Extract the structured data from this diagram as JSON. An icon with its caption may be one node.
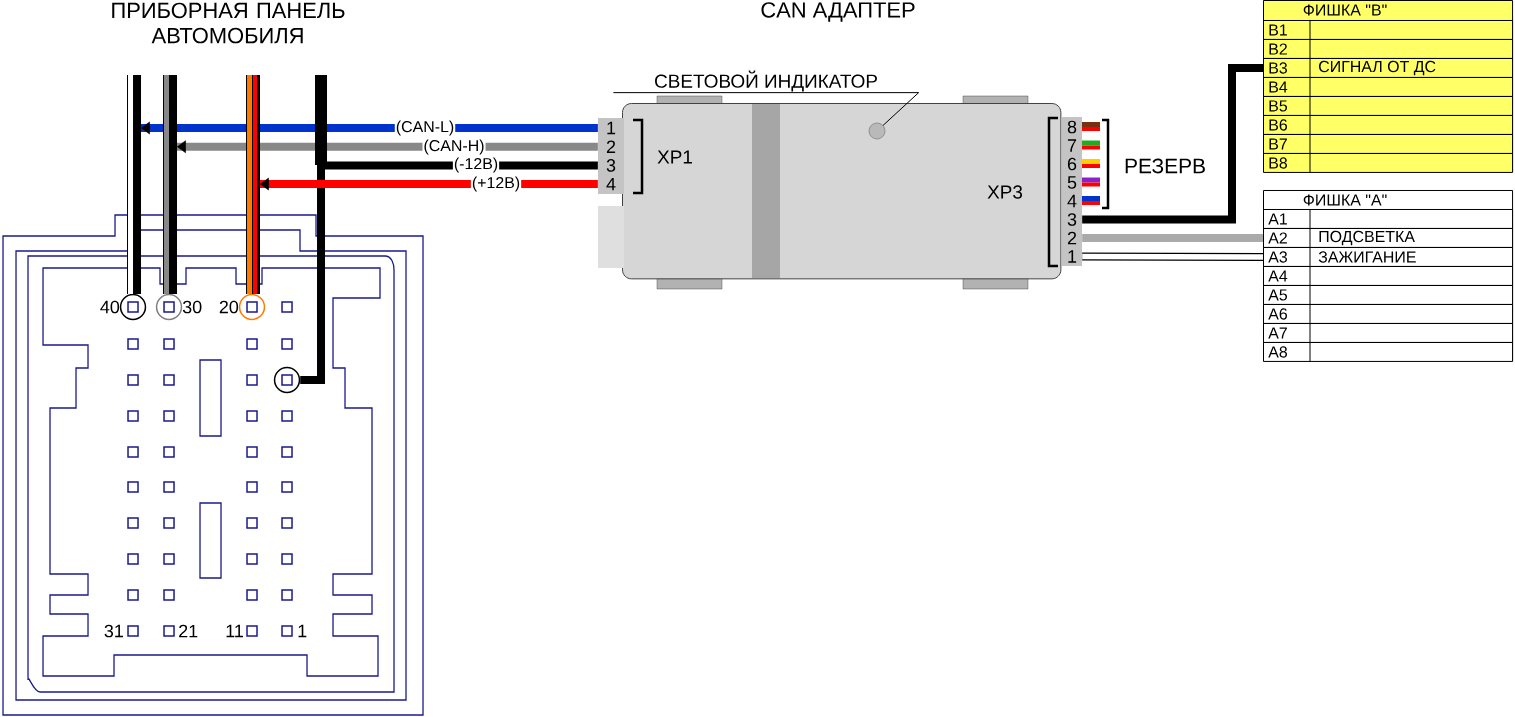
{
  "diagram": {
    "nodes": [
      {
        "text": [],
        "shape": "picture"
      },
      {
        "text": [],
        "shape": "circle",
        "beside": [
          "40"
        ],
        "in": 0
      },
      {
        "text": [],
        "shape": "circle",
        "beside": [
          "30"
        ],
        "in": 0
      },
      {
        "text": [],
        "shape": "circle",
        "beside": [
          "20"
        ],
        "in": 0
      },
      {
        "text": [],
        "shape": "circle",
        "in": 0
      },
      {
        "text": [],
        "shape": "box"
      },
      {
        "text": [
          "1"
        ]
      },
      {
        "text": [
          "2"
        ]
      },
      {
        "text": [
          "3"
        ]
      },
      {
        "text": [
          "4"
        ]
      },
      {
        "text": [
          "8"
        ]
      },
      {
        "text": [
          "7"
        ]
      },
      {
        "text": [
          "6"
        ]
      },
      {
        "text": [
          "5"
        ]
      },
      {
        "text": [
          "4"
        ]
      },
      {
        "text": [
          "3"
        ]
      },
      {
        "text": [
          "2"
        ]
      },
      {
        "text": [
          "1"
        ]
      },
      {
        "text": [],
        "shape": "circle",
        "in": 5
      },
      {
        "text": [
          "СВЕТОВОЙ ИНДИКАТОР"
        ]
      },
      {
        "text": [
          "ФИШКА \"В\""
        ]
      },
      {
        "text": [
          "В1"
        ],
        "in": 20
      },
      {
        "text": [
          "В2"
        ],
        "in": 20
      },
      {
        "text": [
          "В3",
          "СИГНАЛ ОТ ДС"
        ],
        "in": 20
      },
      {
        "text": [
          "В4"
        ],
        "in": 20
      },
      {
        "text": [
          "В5"
        ],
        "in": 20
      },
      {
        "text": [
          "В6"
        ],
        "in": 20
      },
      {
        "text": [
          "В7"
        ],
        "in": 20
      },
      {
        "text": [
          "В8"
        ],
        "in": 20
      },
      {
        "text": [
          "ФИШКА \"А\""
        ]
      },
      {
        "text": [
          "А1"
        ],
        "in": 29
      },
      {
        "text": [
          "А2",
          "ПОДСВЕТКА"
        ],
        "in": 29
      },
      {
        "text": [
          "А3",
          "ЗАЖИГАНИЕ"
        ],
        "in": 29
      },
      {
        "text": [
          "А4"
        ],
        "in": 29
      },
      {
        "text": [
          "А5"
        ],
        "in": 29
      },
      {
        "text": [
          "А6"
        ],
        "in": 29
      },
      {
        "text": [
          "А7"
        ],
        "in": 29
      },
      {
        "text": [
          "А8"
        ],
        "in": 29
      }
    ],
    "edges": [
      {
        "from": 6,
        "to": 1,
        "arrow": "to",
        "label": "(CAN-L)",
        "color": "#0033cc"
      },
      {
        "from": 7,
        "to": 2,
        "arrow": "to",
        "label": "(CAN-H)",
        "color": "#888888"
      },
      {
        "from": 8,
        "to": 4,
        "arrow": "none",
        "label": "(-12В)",
        "color": "#000000"
      },
      {
        "from": 9,
        "to": 3,
        "arrow": "to",
        "label": "(+12В)",
        "color": "#ff0000"
      },
      {
        "from": 15,
        "to": 23,
        "arrow": "none",
        "color": "#000000"
      },
      {
        "from": 16,
        "to": 31,
        "arrow": "none",
        "color": "#aaaaaa"
      },
      {
        "from": 17,
        "to": 32,
        "arrow": "none"
      },
      {
        "from": 19,
        "to": 18,
        "arrow": "none"
      }
    ],
    "labels": [
      "ПРИБОРНАЯ ПАНЕЛЬ АВТОМОБИЛЯ",
      "CAN АДАПТЕР",
      "XP1",
      "РЕЗЕРВ",
      "XP3",
      "31",
      "21",
      "11",
      "1"
    ]
  }
}
